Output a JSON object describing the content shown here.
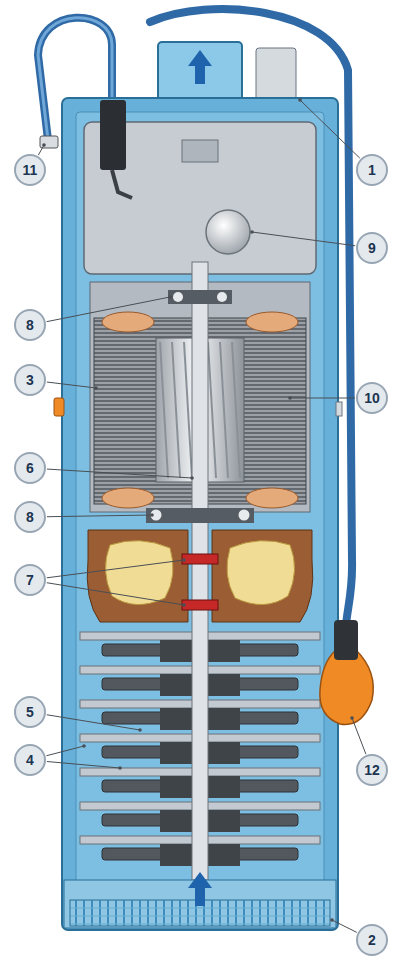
{
  "diagram": {
    "labels": [
      "11",
      "1",
      "9",
      "8",
      "3",
      "10",
      "6",
      "8",
      "7",
      "5",
      "4",
      "12",
      "2"
    ]
  }
}
